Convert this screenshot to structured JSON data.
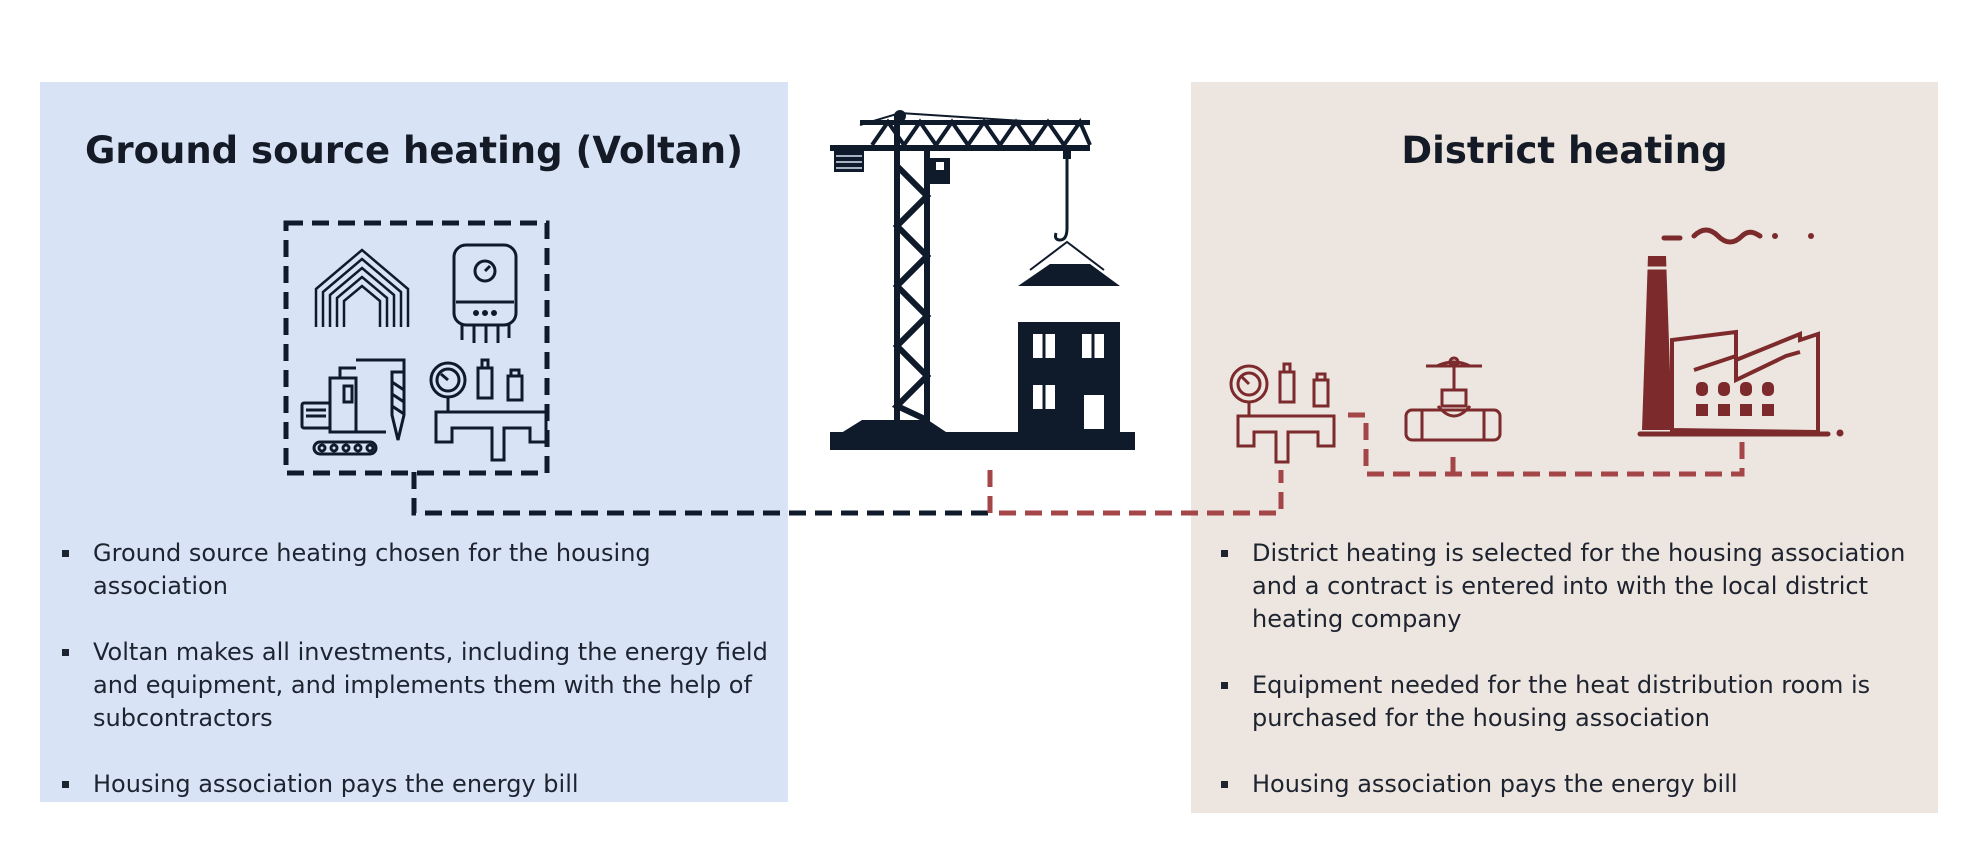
{
  "colors": {
    "left_panel_bg": "#d8e4f6",
    "right_panel_bg": "#ede5df",
    "navy": "#0f1a2b",
    "red": "#7c2a2c",
    "red_line": "#a44548"
  },
  "left": {
    "title": "Ground source heating (Voltan)",
    "bullets": [
      "Ground source heating chosen for the housing association",
      "Voltan makes all investments, including the energy field and equipment, and implements them with the help of subcontractors",
      "Housing association pays the energy bill"
    ],
    "icons": [
      "energy-field-icon",
      "boiler-icon",
      "drilling-rig-icon",
      "pressure-gauge-manifold-icon"
    ]
  },
  "center": {
    "icons": [
      "tower-crane-icon",
      "building-icon"
    ]
  },
  "right": {
    "title": "District heating",
    "bullets": [
      "District heating is selected for the housing association and a contract is entered into with the local district heating company",
      "Equipment needed for the heat distribution room is purchased for the housing association",
      "Housing association pays the energy bill"
    ],
    "icons": [
      "pressure-gauge-manifold-icon",
      "pipe-valve-icon",
      "factory-icon"
    ]
  }
}
